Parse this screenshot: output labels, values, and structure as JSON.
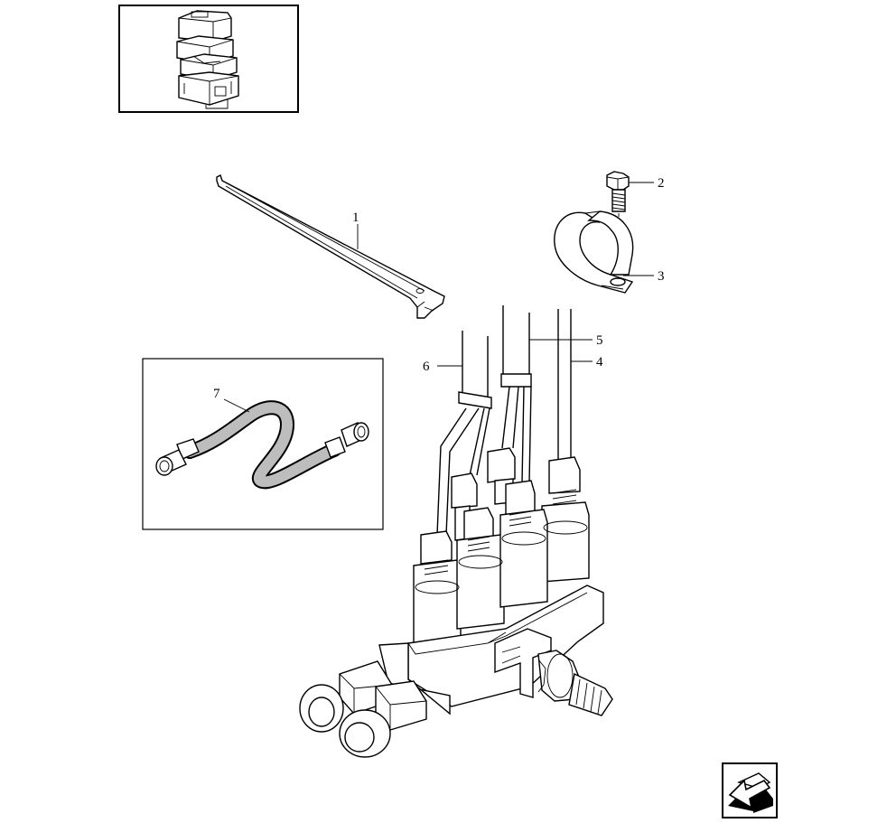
{
  "callouts": {
    "c1": "1",
    "c2": "2",
    "c3": "3",
    "c4": "4",
    "c5": "5",
    "c6": "6",
    "c7": "7"
  },
  "icons": {
    "thumbnail": "assembly-thumbnail-icon",
    "nav": "arrow-back-icon"
  },
  "colors": {
    "line": "#000000",
    "background": "#ffffff",
    "hose_fill": "#bdbdbd"
  }
}
